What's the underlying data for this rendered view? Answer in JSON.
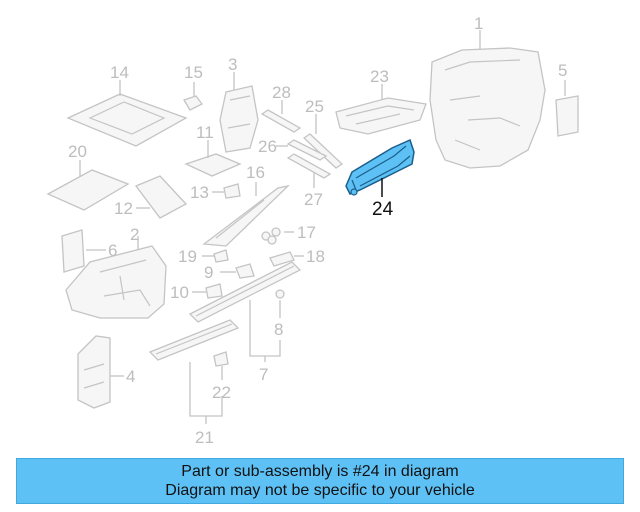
{
  "diagram": {
    "highlight_color": "#5ec1f5",
    "callouts": {
      "c1": "1",
      "c2": "2",
      "c3": "3",
      "c4": "4",
      "c5": "5",
      "c6": "6",
      "c7": "7",
      "c8": "8",
      "c9": "9",
      "c10": "10",
      "c11": "11",
      "c12": "12",
      "c13": "13",
      "c14": "14",
      "c15": "15",
      "c16": "16",
      "c17": "17",
      "c18": "18",
      "c19": "19",
      "c20": "20",
      "c21": "21",
      "c22": "22",
      "c23": "23",
      "c24": "24",
      "c25": "25",
      "c26": "26",
      "c27": "27",
      "c28": "28"
    }
  },
  "banner": {
    "line1": "Part or sub-assembly is #24 in diagram",
    "line2": "Diagram may not be specific to your vehicle",
    "background": "#5ec1f5"
  }
}
